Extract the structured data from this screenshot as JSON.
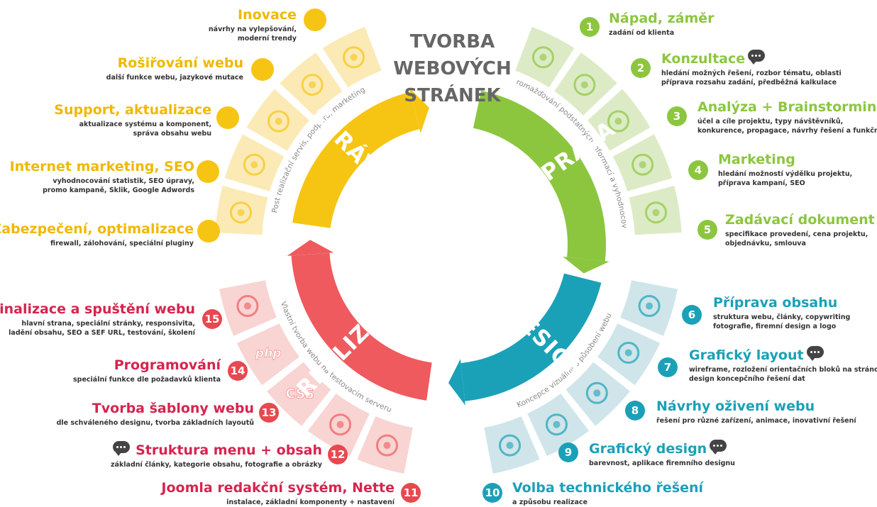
{
  "title": "TVORBA WEBOVÝCH STRÁNEK",
  "title_lines": [
    "TVORBA",
    "WEBOVÝCH",
    "STRÁNEK"
  ],
  "phases": [
    {
      "id": "priprava",
      "label": "PŘÍPRAVA",
      "color": "#8cc63f",
      "light": "#dcebc6",
      "arc_text": "Shromažďování podstatných informací a vyhodnocování"
    },
    {
      "id": "design",
      "label": "DESIGN",
      "color": "#1aa1b8",
      "light": "#cfe5ea",
      "arc_text": "Koncepce vizuálního působení webu"
    },
    {
      "id": "realizace",
      "label": "REALIZACE",
      "color": "#ee5a5e",
      "light": "#f8d4d2",
      "arc_text": "Vlastní tvorba webu na testovacím serveru"
    },
    {
      "id": "sprava",
      "label": "SPRÁVA",
      "color": "#f6c514",
      "light": "#fbeab5",
      "arc_text": "Post realizační servis, podpora, marketing"
    }
  ],
  "steps": [
    {
      "num": "1",
      "title": "Nápad, záměr",
      "desc": [
        "zadání od klienta"
      ],
      "bubble": false
    },
    {
      "num": "2",
      "title": "Konzultace",
      "desc": [
        "hledání možných řešení, rozbor tématu, oblasti",
        "příprava rozsahu zadání, předběžná kalkulace"
      ],
      "bubble": true
    },
    {
      "num": "3",
      "title": "Analýza + Brainstorming",
      "desc": [
        "účel a cíle projektu, typy návštěvníků,",
        "konkurence, propagace, návrhy řešení a funkčnosti"
      ],
      "bubble": false
    },
    {
      "num": "4",
      "title": "Marketing",
      "desc": [
        "hledání možností výdělku projektu,",
        "příprava kampaní, SEO"
      ],
      "bubble": false
    },
    {
      "num": "5",
      "title": "Zadávací dokument",
      "desc": [
        "specifikace provedení, cena projektu,",
        "objednávku, smlouva"
      ],
      "bubble": false
    },
    {
      "num": "6",
      "title": "Příprava obsahu",
      "desc": [
        "struktura webu, články, copywriting",
        "fotografie, firemní design a logo"
      ],
      "bubble": false
    },
    {
      "num": "7",
      "title": "Grafický layout",
      "desc": [
        "wireframe, rozložení orientačních bloků na stránce,",
        "design koncepčního řešení dat"
      ],
      "bubble": true
    },
    {
      "num": "8",
      "title": "Návrhy oživení webu",
      "desc": [
        "řešení pro různé zařízení, animace, inovativní řešení"
      ],
      "bubble": false
    },
    {
      "num": "9",
      "title": "Grafický design",
      "desc": [
        "barevnost, aplikace firemního designu"
      ],
      "bubble": true
    },
    {
      "num": "10",
      "title": "Volba technického řešení",
      "desc": [
        "a způsobu realizace"
      ],
      "bubble": false
    },
    {
      "num": "11",
      "title": "Joomla redakční systém, Nette",
      "desc": [
        "instalace, základní komponenty + nastavení"
      ],
      "bubble": false
    },
    {
      "num": "12",
      "title": "Struktura menu + obsah",
      "desc": [
        "základní články, kategorie obsahu, fotografie a obrázky"
      ],
      "bubble": true
    },
    {
      "num": "13",
      "title": "Tvorba šablony webu",
      "desc": [
        "dle schváleného designu, tvorba základních layoutů"
      ],
      "bubble": false
    },
    {
      "num": "14",
      "title": "Programování",
      "desc": [
        "speciální funkce dle požadavků klienta"
      ],
      "bubble": false
    },
    {
      "num": "15",
      "title": "Finalizace a spuštění webu",
      "desc": [
        "hlavní strana, speciální stránky, responsivita,",
        "ladění obsahu, SEO a SEF URL, testování, školení"
      ],
      "bubble": false
    },
    {
      "num": "",
      "title": "Zabezpečení, optimalizace",
      "desc": [
        "firewall, zálohování, speciální pluginy"
      ],
      "bubble": false
    },
    {
      "num": "",
      "title": "Internet marketing, SEO",
      "desc": [
        "vyhodnocování statistik, SEO úpravy,",
        "promo kampaně, Sklik, Google Adwords"
      ],
      "bubble": false
    },
    {
      "num": "",
      "title": "Support, aktualizace",
      "desc": [
        "aktualizace systému a komponent,",
        "správa obsahu webu"
      ],
      "bubble": false
    },
    {
      "num": "",
      "title": "Rošiřování webu",
      "desc": [
        "další funkce webu, jazykové mutace"
      ],
      "bubble": false
    },
    {
      "num": "",
      "title": "Inovace",
      "desc": [
        "návrhy na vylepšování,",
        "moderní trendy"
      ],
      "bubble": false
    }
  ],
  "tile_icons": {
    "priprava": [
      "lightbulb-icon",
      "chat-icon",
      "magnifier-icon",
      "growth-chart-icon",
      "checklist-icon"
    ],
    "design": [
      "edit-document-icon",
      "layout-icon",
      "chat-bubbles-icon",
      "pencil-icon",
      "thumbs-up-icon"
    ],
    "realizace": [
      "joomla-icon",
      "document-icon",
      "css-icon",
      "php-icon",
      "flag-icon"
    ],
    "sprava": [
      "shield-icon",
      "target-icon",
      "refresh-icon",
      "puzzle-icon",
      "signpost-icon"
    ]
  },
  "tile_labels": {
    "php": "php",
    "css": "CSS"
  }
}
